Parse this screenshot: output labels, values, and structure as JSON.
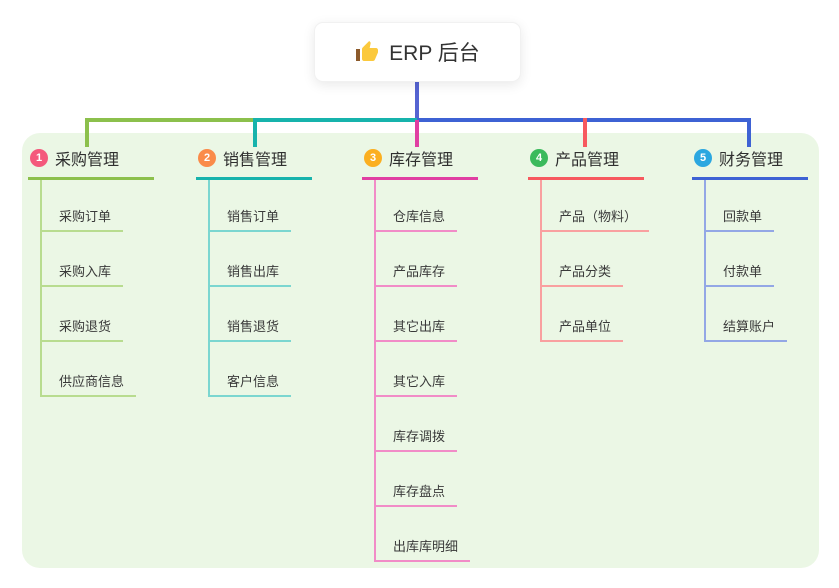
{
  "root": {
    "label": "ERP 后台",
    "icon": "thumbs-up-icon"
  },
  "colors": {
    "page_bg": "#ffffff",
    "panel_bg": "#ebf7e5",
    "root_line": "#5564d2",
    "card_bg": "#ffffff",
    "title_text": "#2f2f2f",
    "child_text": "#3a3a3a",
    "thumb_hand": "#fbc93d",
    "thumb_cuff": "#8c5a2b"
  },
  "branches": [
    {
      "number": "1",
      "label": "采购管理",
      "color": "#8cc04c",
      "light_color": "#b8dc8f",
      "badge_color": "#f4597c",
      "children": [
        "采购订单",
        "采购入库",
        "采购退货",
        "供应商信息"
      ]
    },
    {
      "number": "2",
      "label": "销售管理",
      "color": "#17b3ac",
      "light_color": "#7bd6d0",
      "badge_color": "#fa8b49",
      "children": [
        "销售订单",
        "销售出库",
        "销售退货",
        "客户信息"
      ]
    },
    {
      "number": "3",
      "label": "库存管理",
      "color": "#e03fa2",
      "light_color": "#f18cc7",
      "badge_color": "#fbaf20",
      "children": [
        "仓库信息",
        "产品库存",
        "其它出库",
        "其它入库",
        "库存调拨",
        "库存盘点",
        "出库库明细"
      ]
    },
    {
      "number": "4",
      "label": "产品管理",
      "color": "#f7595f",
      "light_color": "#f9a0a0",
      "badge_color": "#3bba5c",
      "children": [
        "产品（物料）",
        "产品分类",
        "产品单位"
      ]
    },
    {
      "number": "5",
      "label": "财务管理",
      "color": "#3e62d4",
      "light_color": "#93a7e5",
      "badge_color": "#2ba7e0",
      "children": [
        "回款单",
        "付款单",
        "结算账户"
      ]
    }
  ]
}
